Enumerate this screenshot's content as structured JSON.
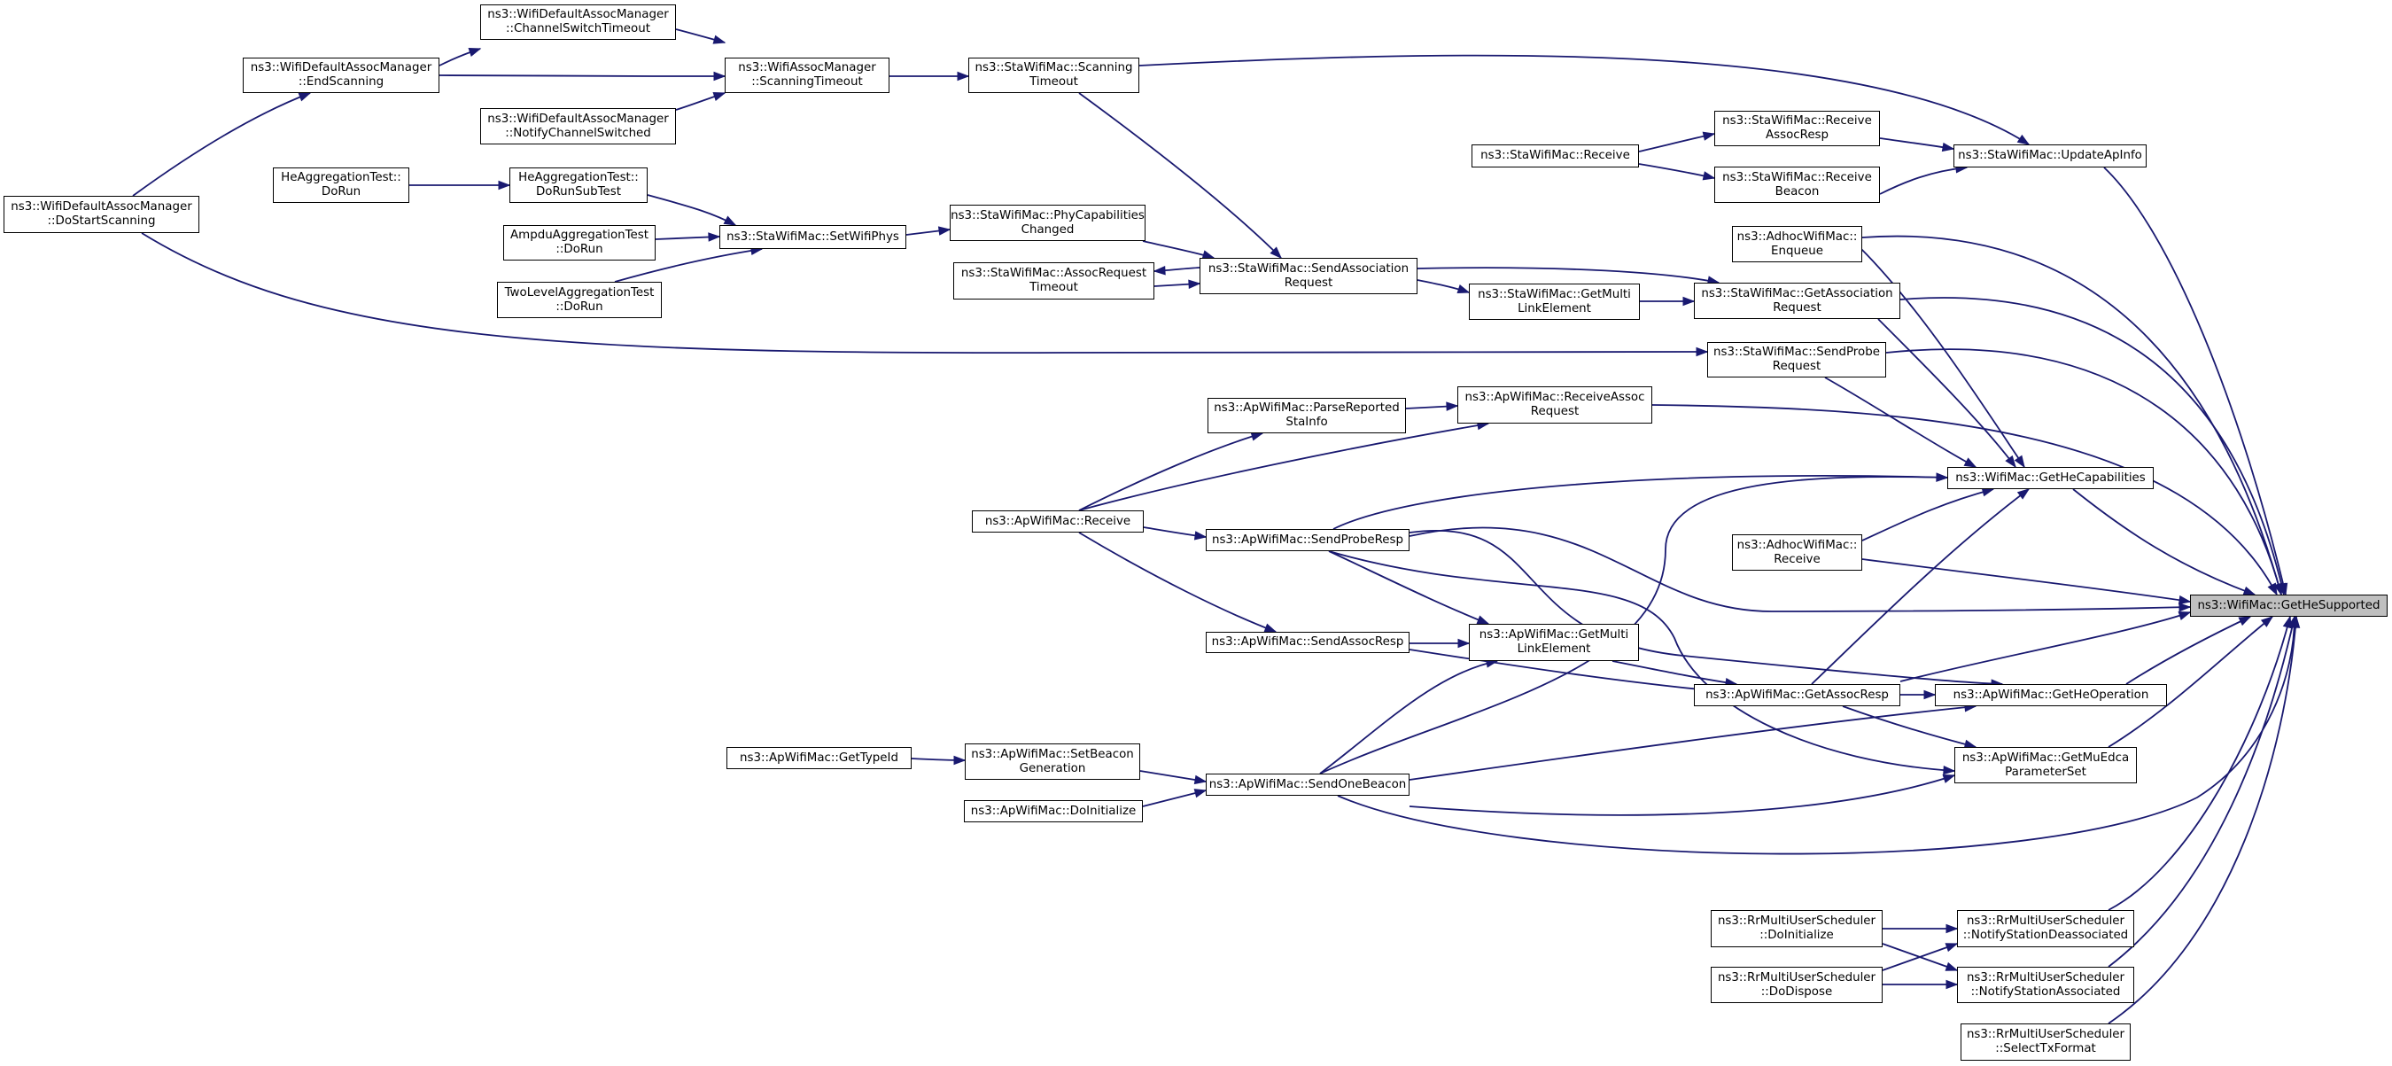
{
  "graph": {
    "type": "call-graph",
    "edge_color": "#191970",
    "node_border_color": "#000000",
    "focus_node_fill": "#bfbfbf",
    "nodes": [
      {
        "id": "ChannelSwitchTimeout",
        "lines": [
          "ns3::WifiDefaultAssocManager",
          "::ChannelSwitchTimeout"
        ]
      },
      {
        "id": "EndScanning",
        "lines": [
          "ns3::WifiDefaultAssocManager",
          "::EndScanning"
        ]
      },
      {
        "id": "ScanningTimeoutAssoc",
        "lines": [
          "ns3::WifiAssocManager",
          "::ScanningTimeout"
        ]
      },
      {
        "id": "ScanningTimeoutSta",
        "lines": [
          "ns3::StaWifiMac::Scanning",
          "Timeout"
        ]
      },
      {
        "id": "NotifyChannelSwitched",
        "lines": [
          "ns3::WifiDefaultAssocManager",
          "::NotifyChannelSwitched"
        ]
      },
      {
        "id": "DoStartScanning",
        "lines": [
          "ns3::WifiDefaultAssocManager",
          "::DoStartScanning"
        ]
      },
      {
        "id": "HeAggDoRun",
        "lines": [
          "HeAggregationTest::",
          "DoRun"
        ]
      },
      {
        "id": "HeAggDoRunSubTest",
        "lines": [
          "HeAggregationTest::",
          "DoRunSubTest"
        ]
      },
      {
        "id": "AmpduDoRun",
        "lines": [
          "AmpduAggregationTest",
          "::DoRun"
        ]
      },
      {
        "id": "TwoLevelDoRun",
        "lines": [
          "TwoLevelAggregationTest",
          "::DoRun"
        ]
      },
      {
        "id": "SetWifiPhys",
        "lines": [
          "ns3::StaWifiMac::SetWifiPhys"
        ]
      },
      {
        "id": "PhyCapChanged",
        "lines": [
          "ns3::StaWifiMac::PhyCapabilities",
          "Changed"
        ]
      },
      {
        "id": "AssocRequestTimeout",
        "lines": [
          "ns3::StaWifiMac::AssocRequest",
          "Timeout"
        ]
      },
      {
        "id": "SendAssocRequest",
        "lines": [
          "ns3::StaWifiMac::SendAssociation",
          "Request"
        ]
      },
      {
        "id": "StaGetMultiLink",
        "lines": [
          "ns3::StaWifiMac::GetMulti",
          "LinkElement"
        ]
      },
      {
        "id": "StaReceive",
        "lines": [
          "ns3::StaWifiMac::Receive"
        ]
      },
      {
        "id": "ReceiveAssocResp",
        "lines": [
          "ns3::StaWifiMac::Receive",
          "AssocResp"
        ]
      },
      {
        "id": "ReceiveBeacon",
        "lines": [
          "ns3::StaWifiMac::Receive",
          "Beacon"
        ]
      },
      {
        "id": "UpdateApInfo",
        "lines": [
          "ns3::StaWifiMac::UpdateApInfo"
        ]
      },
      {
        "id": "AdhocEnqueue",
        "lines": [
          "ns3::AdhocWifiMac::",
          "Enqueue"
        ]
      },
      {
        "id": "GetAssocRequest",
        "lines": [
          "ns3::StaWifiMac::GetAssociation",
          "Request"
        ]
      },
      {
        "id": "SendProbeRequest",
        "lines": [
          "ns3::StaWifiMac::SendProbe",
          "Request"
        ]
      },
      {
        "id": "ParseReported",
        "lines": [
          "ns3::ApWifiMac::ParseReported",
          "StaInfo"
        ]
      },
      {
        "id": "ReceiveAssocRequest",
        "lines": [
          "ns3::ApWifiMac::ReceiveAssoc",
          "Request"
        ]
      },
      {
        "id": "GetHeCapabilities",
        "lines": [
          "ns3::WifiMac::GetHeCapabilities"
        ]
      },
      {
        "id": "ApReceive",
        "lines": [
          "ns3::ApWifiMac::Receive"
        ]
      },
      {
        "id": "SendProbeResp",
        "lines": [
          "ns3::ApWifiMac::SendProbeResp"
        ]
      },
      {
        "id": "AdhocReceive",
        "lines": [
          "ns3::AdhocWifiMac::",
          "Receive"
        ]
      },
      {
        "id": "GetHeSupported",
        "lines": [
          "ns3::WifiMac::GetHeSupported"
        ],
        "focus": true
      },
      {
        "id": "SendAssocResp",
        "lines": [
          "ns3::ApWifiMac::SendAssocResp"
        ]
      },
      {
        "id": "ApGetMultiLink",
        "lines": [
          "ns3::ApWifiMac::GetMulti",
          "LinkElement"
        ]
      },
      {
        "id": "GetAssocResp",
        "lines": [
          "ns3::ApWifiMac::GetAssocResp"
        ]
      },
      {
        "id": "GetHeOperation",
        "lines": [
          "ns3::ApWifiMac::GetHeOperation"
        ]
      },
      {
        "id": "GetTypeId",
        "lines": [
          "ns3::ApWifiMac::GetTypeId"
        ]
      },
      {
        "id": "SetBeaconGeneration",
        "lines": [
          "ns3::ApWifiMac::SetBeacon",
          "Generation"
        ]
      },
      {
        "id": "GetMuEdca",
        "lines": [
          "ns3::ApWifiMac::GetMuEdca",
          "ParameterSet"
        ]
      },
      {
        "id": "SendOneBeacon",
        "lines": [
          "ns3::ApWifiMac::SendOneBeacon"
        ]
      },
      {
        "id": "ApDoInitialize",
        "lines": [
          "ns3::ApWifiMac::DoInitialize"
        ]
      },
      {
        "id": "RrDoInitialize",
        "lines": [
          "ns3::RrMultiUserScheduler",
          "::DoInitialize"
        ]
      },
      {
        "id": "NotifyStaDeassoc",
        "lines": [
          "ns3::RrMultiUserScheduler",
          "::NotifyStationDeassociated"
        ]
      },
      {
        "id": "RrDoDispose",
        "lines": [
          "ns3::RrMultiUserScheduler",
          "::DoDispose"
        ]
      },
      {
        "id": "NotifyStaAssoc",
        "lines": [
          "ns3::RrMultiUserScheduler",
          "::NotifyStationAssociated"
        ]
      },
      {
        "id": "SelectTxFormat",
        "lines": [
          "ns3::RrMultiUserScheduler",
          "::SelectTxFormat"
        ]
      }
    ],
    "edges": [
      {
        "from": "ChannelSwitchTimeout",
        "to": "ScanningTimeoutAssoc"
      },
      {
        "from": "EndScanning",
        "to": "ChannelSwitchTimeout"
      },
      {
        "from": "EndScanning",
        "to": "ScanningTimeoutAssoc"
      },
      {
        "from": "NotifyChannelSwitched",
        "to": "ScanningTimeoutAssoc"
      },
      {
        "from": "ScanningTimeoutAssoc",
        "to": "ScanningTimeoutSta"
      },
      {
        "from": "ScanningTimeoutSta",
        "to": "UpdateApInfo"
      },
      {
        "from": "ScanningTimeoutSta",
        "to": "SendAssocRequest"
      },
      {
        "from": "DoStartScanning",
        "to": "EndScanning"
      },
      {
        "from": "DoStartScanning",
        "to": "SendProbeRequest"
      },
      {
        "from": "HeAggDoRun",
        "to": "HeAggDoRunSubTest"
      },
      {
        "from": "HeAggDoRunSubTest",
        "to": "SetWifiPhys"
      },
      {
        "from": "AmpduDoRun",
        "to": "SetWifiPhys"
      },
      {
        "from": "TwoLevelDoRun",
        "to": "SetWifiPhys"
      },
      {
        "from": "SetWifiPhys",
        "to": "PhyCapChanged"
      },
      {
        "from": "PhyCapChanged",
        "to": "SendAssocRequest"
      },
      {
        "from": "AssocRequestTimeout",
        "to": "SendAssocRequest"
      },
      {
        "from": "SendAssocRequest",
        "to": "AssocRequestTimeout"
      },
      {
        "from": "SendAssocRequest",
        "to": "StaGetMultiLink"
      },
      {
        "from": "SendAssocRequest",
        "to": "GetAssocRequest"
      },
      {
        "from": "StaGetMultiLink",
        "to": "GetAssocRequest"
      },
      {
        "from": "StaReceive",
        "to": "ReceiveAssocResp"
      },
      {
        "from": "StaReceive",
        "to": "ReceiveBeacon"
      },
      {
        "from": "ReceiveAssocResp",
        "to": "UpdateApInfo"
      },
      {
        "from": "ReceiveBeacon",
        "to": "UpdateApInfo"
      },
      {
        "from": "UpdateApInfo",
        "to": "GetHeSupported"
      },
      {
        "from": "AdhocEnqueue",
        "to": "GetHeSupported"
      },
      {
        "from": "AdhocEnqueue",
        "to": "GetHeCapabilities"
      },
      {
        "from": "GetAssocRequest",
        "to": "GetHeSupported"
      },
      {
        "from": "GetAssocRequest",
        "to": "GetHeCapabilities"
      },
      {
        "from": "SendProbeRequest",
        "to": "GetHeSupported"
      },
      {
        "from": "SendProbeRequest",
        "to": "GetHeCapabilities"
      },
      {
        "from": "ParseReported",
        "to": "ReceiveAssocRequest"
      },
      {
        "from": "ReceiveAssocRequest",
        "to": "GetHeSupported"
      },
      {
        "from": "GetHeCapabilities",
        "to": "GetHeSupported"
      },
      {
        "from": "ApReceive",
        "to": "ParseReported"
      },
      {
        "from": "ApReceive",
        "to": "ReceiveAssocRequest"
      },
      {
        "from": "ApReceive",
        "to": "SendProbeResp"
      },
      {
        "from": "ApReceive",
        "to": "SendAssocResp"
      },
      {
        "from": "SendProbeResp",
        "to": "GetHeCapabilities"
      },
      {
        "from": "SendProbeResp",
        "to": "GetHeSupported"
      },
      {
        "from": "SendProbeResp",
        "to": "GetHeOperation"
      },
      {
        "from": "SendProbeResp",
        "to": "GetMuEdca"
      },
      {
        "from": "SendProbeResp",
        "to": "ApGetMultiLink"
      },
      {
        "from": "AdhocReceive",
        "to": "GetHeSupported"
      },
      {
        "from": "AdhocReceive",
        "to": "GetHeCapabilities"
      },
      {
        "from": "SendAssocResp",
        "to": "ApGetMultiLink"
      },
      {
        "from": "SendAssocResp",
        "to": "GetAssocResp"
      },
      {
        "from": "ApGetMultiLink",
        "to": "GetAssocResp"
      },
      {
        "from": "GetAssocResp",
        "to": "GetHeCapabilities"
      },
      {
        "from": "GetAssocResp",
        "to": "GetHeSupported"
      },
      {
        "from": "GetAssocResp",
        "to": "GetHeOperation"
      },
      {
        "from": "GetAssocResp",
        "to": "GetMuEdca"
      },
      {
        "from": "GetHeOperation",
        "to": "GetHeSupported"
      },
      {
        "from": "GetMuEdca",
        "to": "GetHeSupported"
      },
      {
        "from": "GetTypeId",
        "to": "SetBeaconGeneration"
      },
      {
        "from": "SetBeaconGeneration",
        "to": "SendOneBeacon"
      },
      {
        "from": "ApDoInitialize",
        "to": "SendOneBeacon"
      },
      {
        "from": "SendOneBeacon",
        "to": "GetHeCapabilities"
      },
      {
        "from": "SendOneBeacon",
        "to": "GetHeOperation"
      },
      {
        "from": "SendOneBeacon",
        "to": "GetMuEdca"
      },
      {
        "from": "SendOneBeacon",
        "to": "ApGetMultiLink"
      },
      {
        "from": "SendOneBeacon",
        "to": "GetHeSupported"
      },
      {
        "from": "RrDoInitialize",
        "to": "NotifyStaDeassoc"
      },
      {
        "from": "RrDoInitialize",
        "to": "NotifyStaAssoc"
      },
      {
        "from": "RrDoDispose",
        "to": "NotifyStaDeassoc"
      },
      {
        "from": "RrDoDispose",
        "to": "NotifyStaAssoc"
      },
      {
        "from": "NotifyStaDeassoc",
        "to": "GetHeSupported"
      },
      {
        "from": "NotifyStaAssoc",
        "to": "GetHeSupported"
      },
      {
        "from": "SelectTxFormat",
        "to": "GetHeSupported"
      }
    ]
  }
}
